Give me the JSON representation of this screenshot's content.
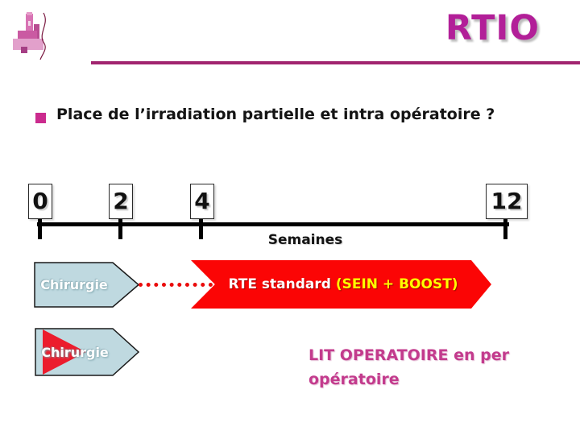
{
  "slide": {
    "title": "RTIO",
    "heading": "Place de l’irradiation partielle et intra opératoire ?"
  },
  "timeline": {
    "markers": [
      {
        "label": "0"
      },
      {
        "label": "2"
      },
      {
        "label": "4"
      },
      {
        "label": "12"
      }
    ],
    "axis_label": "Semaines"
  },
  "row1": {
    "arrow_label": "Chirurgie",
    "banner_text": "RTE standard ",
    "banner_accent": "(SEIN + BOOST)"
  },
  "row2": {
    "arrow_label": "Chirurgie",
    "note_line1": "LIT OPERATOIRE en per",
    "note_line2": "opératoire"
  },
  "colors": {
    "title_magenta": "#b21f98",
    "rule_magenta": "#a1246f",
    "bullet_pink": "#cb2b8e",
    "arrow_blue": "#bfd9e0",
    "banner_red": "#fb0505",
    "accent_yellow": "#ffff00",
    "note_magenta": "#c33b8d",
    "dotted_red": "#ea0b0b"
  }
}
